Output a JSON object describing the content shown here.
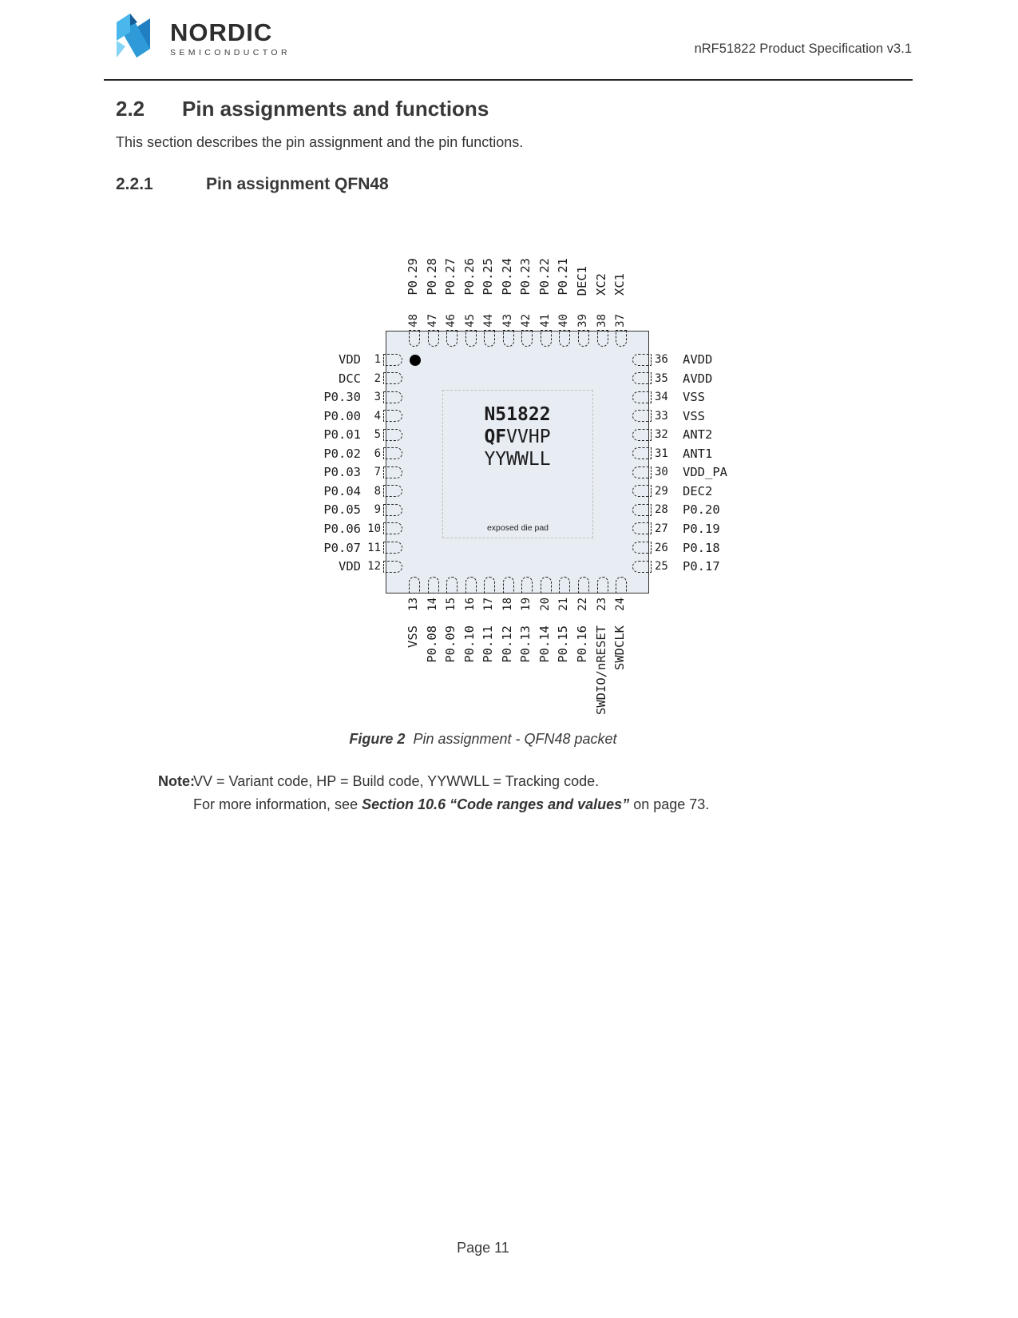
{
  "header": {
    "logo_title": "NORDIC",
    "logo_subtitle": "SEMICONDUCTOR",
    "product": "nRF51822 Product Specification v3.1"
  },
  "section": {
    "number": "2.2",
    "title": "Pin assignments and functions",
    "body": "This section describes the pin assignment and the pin functions."
  },
  "subsection": {
    "number": "2.2.1",
    "title": "Pin assignment QFN48"
  },
  "figure": {
    "chip": {
      "marking_line1": "N51822",
      "marking_line2_bold": "QF",
      "marking_line2_rest": "VVHP",
      "marking_line3": "YYWWLL",
      "die_pad_label": "exposed die pad"
    },
    "pins": {
      "top": [
        {
          "num": "48",
          "label": "P0.29"
        },
        {
          "num": "47",
          "label": "P0.28"
        },
        {
          "num": "46",
          "label": "P0.27"
        },
        {
          "num": "45",
          "label": "P0.26"
        },
        {
          "num": "44",
          "label": "P0.25"
        },
        {
          "num": "43",
          "label": "P0.24"
        },
        {
          "num": "42",
          "label": "P0.23"
        },
        {
          "num": "41",
          "label": "P0.22"
        },
        {
          "num": "40",
          "label": "P0.21"
        },
        {
          "num": "39",
          "label": "DEC1"
        },
        {
          "num": "38",
          "label": "XC2"
        },
        {
          "num": "37",
          "label": "XC1"
        }
      ],
      "left": [
        {
          "num": "1",
          "label": "VDD"
        },
        {
          "num": "2",
          "label": "DCC"
        },
        {
          "num": "3",
          "label": "P0.30"
        },
        {
          "num": "4",
          "label": "P0.00"
        },
        {
          "num": "5",
          "label": "P0.01"
        },
        {
          "num": "6",
          "label": "P0.02"
        },
        {
          "num": "7",
          "label": "P0.03"
        },
        {
          "num": "8",
          "label": "P0.04"
        },
        {
          "num": "9",
          "label": "P0.05"
        },
        {
          "num": "10",
          "label": "P0.06"
        },
        {
          "num": "11",
          "label": "P0.07"
        },
        {
          "num": "12",
          "label": "VDD"
        }
      ],
      "right": [
        {
          "num": "36",
          "label": "AVDD"
        },
        {
          "num": "35",
          "label": "AVDD"
        },
        {
          "num": "34",
          "label": "VSS"
        },
        {
          "num": "33",
          "label": "VSS"
        },
        {
          "num": "32",
          "label": "ANT2"
        },
        {
          "num": "31",
          "label": "ANT1"
        },
        {
          "num": "30",
          "label": "VDD_PA"
        },
        {
          "num": "29",
          "label": "DEC2"
        },
        {
          "num": "28",
          "label": "P0.20"
        },
        {
          "num": "27",
          "label": "P0.19"
        },
        {
          "num": "26",
          "label": "P0.18"
        },
        {
          "num": "25",
          "label": "P0.17"
        }
      ],
      "bottom": [
        {
          "num": "13",
          "label": "VSS"
        },
        {
          "num": "14",
          "label": "P0.08"
        },
        {
          "num": "15",
          "label": "P0.09"
        },
        {
          "num": "16",
          "label": "P0.10"
        },
        {
          "num": "17",
          "label": "P0.11"
        },
        {
          "num": "18",
          "label": "P0.12"
        },
        {
          "num": "19",
          "label": "P0.13"
        },
        {
          "num": "20",
          "label": "P0.14"
        },
        {
          "num": "21",
          "label": "P0.15"
        },
        {
          "num": "22",
          "label": "P0.16"
        },
        {
          "num": "23",
          "label": "SWDIO/nRESET"
        },
        {
          "num": "24",
          "label": "SWDCLK"
        }
      ]
    },
    "caption_label": "Figure 2",
    "caption_text": "Pin assignment - QFN48 packet"
  },
  "note": {
    "label": "Note:",
    "line1": "VV = Variant code, HP = Build code, YYWWLL = Tracking code.",
    "line2_prefix": "For more information, see ",
    "line2_emphasis": "Section 10.6 “Code ranges and values”",
    "line2_suffix": " on page 73."
  },
  "footer": {
    "page_label": "Page 11"
  },
  "colors": {
    "chip_fill": "#e8edf4",
    "logo_blue_light": "#4ab7ec",
    "logo_blue_mid": "#2e9bd8",
    "logo_blue_dark": "#1f7fc0"
  }
}
